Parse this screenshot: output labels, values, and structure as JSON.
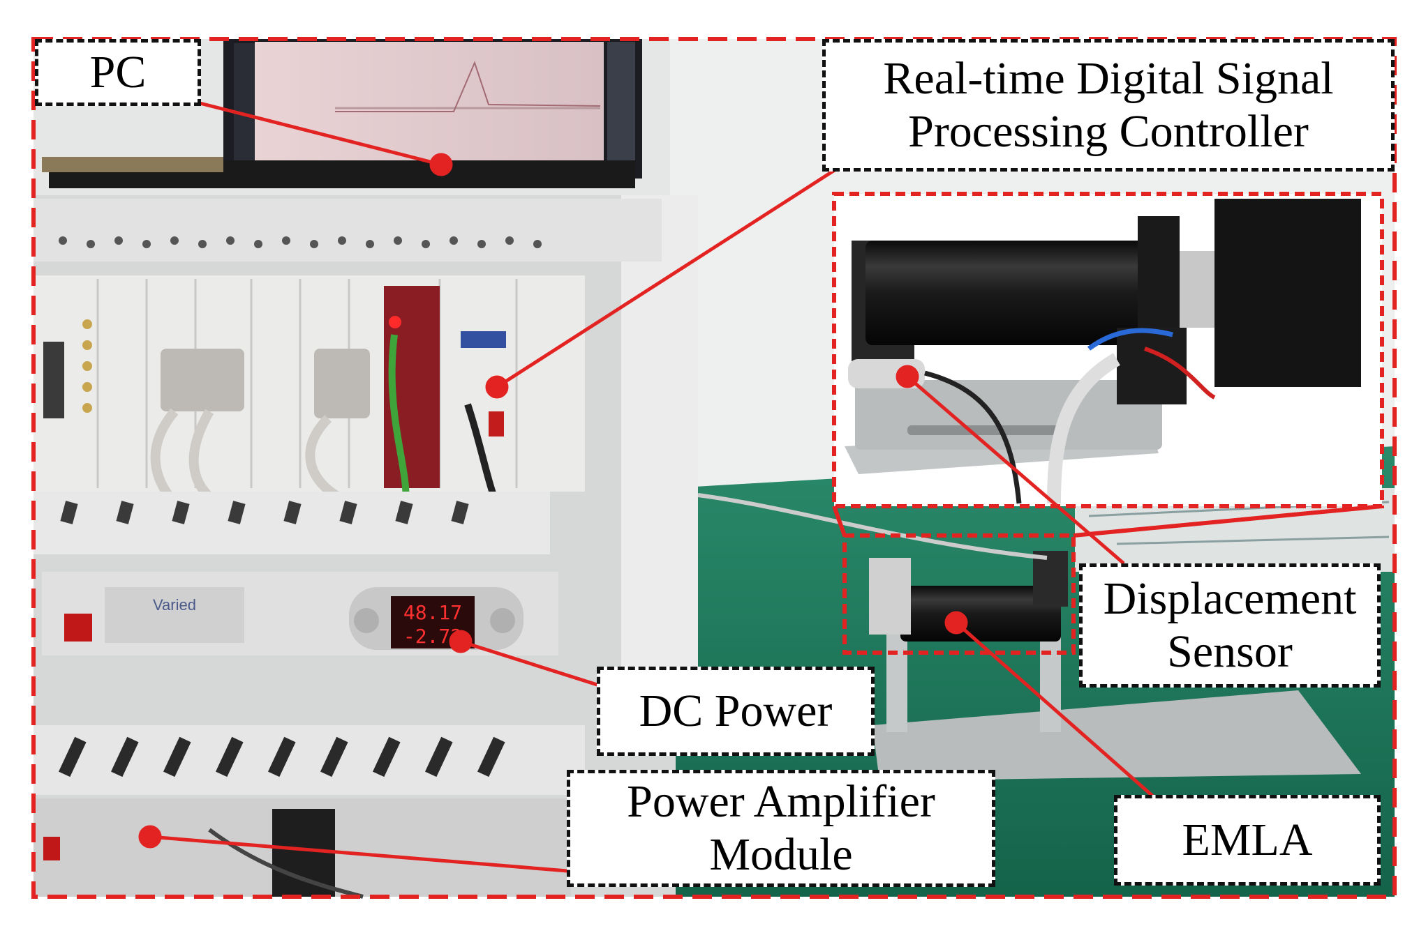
{
  "labels": {
    "pc": "PC",
    "dsp_controller_line1": "Real-time  Digital Signal",
    "dsp_controller_line2": "Processing Controller",
    "displacement_sensor_line1": "Displacement",
    "displacement_sensor_line2": "Sensor",
    "dc_power": "DC Power",
    "power_amplifier_line1": "Power Amplifier",
    "power_amplifier_line2": "Module",
    "emla": "EMLA"
  },
  "equipment_text": {
    "dc_display_voltage": "48.17",
    "dc_display_current": "-2.72",
    "psu_brand": "Varied"
  },
  "colors": {
    "annotation_red": "#e32222",
    "label_border": "#111111",
    "floor_green": "#1f7a5c",
    "rack_grey": "#dedede"
  }
}
